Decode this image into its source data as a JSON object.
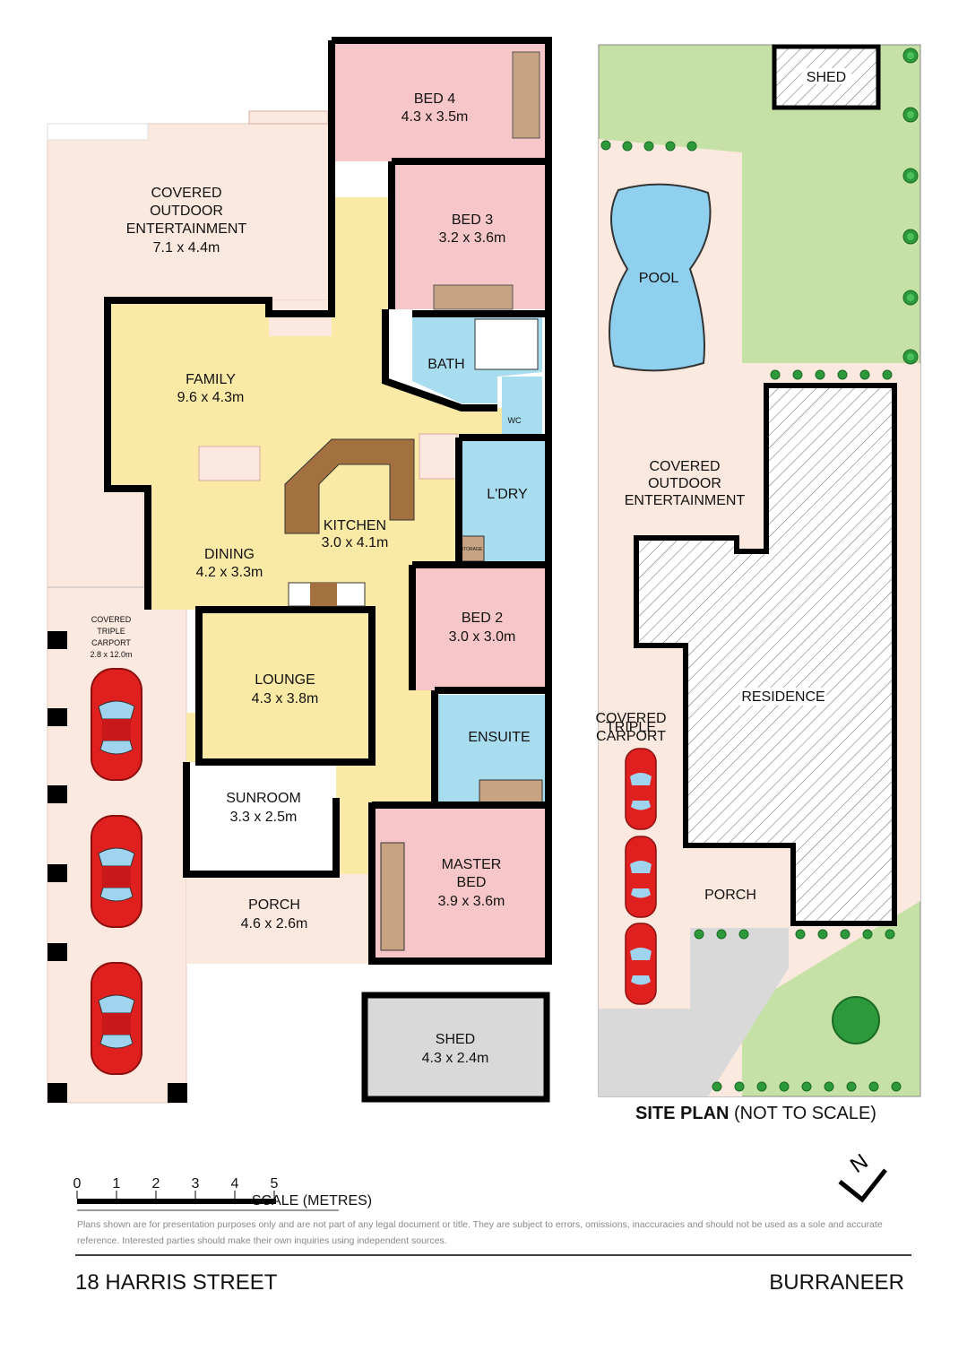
{
  "rooms": {
    "outdoor": {
      "name": "COVERED",
      "name2": "OUTDOOR",
      "name3": "ENTERTAINMENT",
      "size": "7.1 x 4.4m"
    },
    "bed4": {
      "name": "BED 4",
      "size": "4.3 x 3.5m"
    },
    "bed3": {
      "name": "BED 3",
      "size": "3.2 x 3.6m"
    },
    "family": {
      "name": "FAMILY",
      "size": "9.6 x 4.3m"
    },
    "bath": {
      "name": "BATH"
    },
    "wc": {
      "name": "WC"
    },
    "kitchen": {
      "name": "KITCHEN",
      "size": "3.0 x 4.1m"
    },
    "laundry": {
      "name": "L'DRY"
    },
    "storage": {
      "name": "STORAGE"
    },
    "dining": {
      "name": "DINING",
      "size": "4.2 x 3.3m"
    },
    "bed2": {
      "name": "BED 2",
      "size": "3.0 x 3.0m"
    },
    "lounge": {
      "name": "LOUNGE",
      "size": "4.3 x 3.8m"
    },
    "ensuite": {
      "name": "ENSUITE"
    },
    "sunroom": {
      "name": "SUNROOM",
      "size": "3.3 x 2.5m"
    },
    "master": {
      "name": "MASTER",
      "name2": "BED",
      "size": "3.9 x 3.6m"
    },
    "porch": {
      "name": "PORCH",
      "size": "4.6 x 2.6m"
    },
    "shed": {
      "name": "SHED",
      "size": "4.3 x 2.4m"
    },
    "carport": {
      "name": "COVERED",
      "name2": "TRIPLE",
      "name3": "CARPORT",
      "size": "2.8 x 12.0m"
    }
  },
  "site_plan": {
    "title": "SITE PLAN",
    "note": "(NOT TO SCALE)",
    "shed": "SHED",
    "pool": "POOL",
    "outdoor": [
      "COVERED",
      "OUTDOOR",
      "ENTERTAINMENT"
    ],
    "residence": "RESIDENCE",
    "carport": [
      "COVERED",
      "TRIPLE",
      "CARPORT"
    ],
    "porch": "PORCH"
  },
  "scale": {
    "ticks": [
      "0",
      "1",
      "2",
      "3",
      "4",
      "5"
    ],
    "label": "SCALE (METRES)"
  },
  "disclaimer": "Plans shown are for presentation purposes only and are not part of any legal document or title. They are subject to errors, omissions, inaccuracies and should not be used as a sole and accurate reference. Interested parties should make their own inquiries using independent sources.",
  "address": "18 HARRIS STREET",
  "suburb": "BURRANEER",
  "north": "N",
  "colors": {
    "bedroom": "#f7c6c9",
    "living": "#fbeaa6",
    "wet": "#a8dcef",
    "outdoor": "#fbe9df",
    "lawn": "#c6e1a6",
    "pool": "#8fd0ef",
    "shed": "#d9d9d9",
    "car": "#e0201e",
    "joinery": "#c8a383",
    "kitchen": "#a3703f"
  }
}
